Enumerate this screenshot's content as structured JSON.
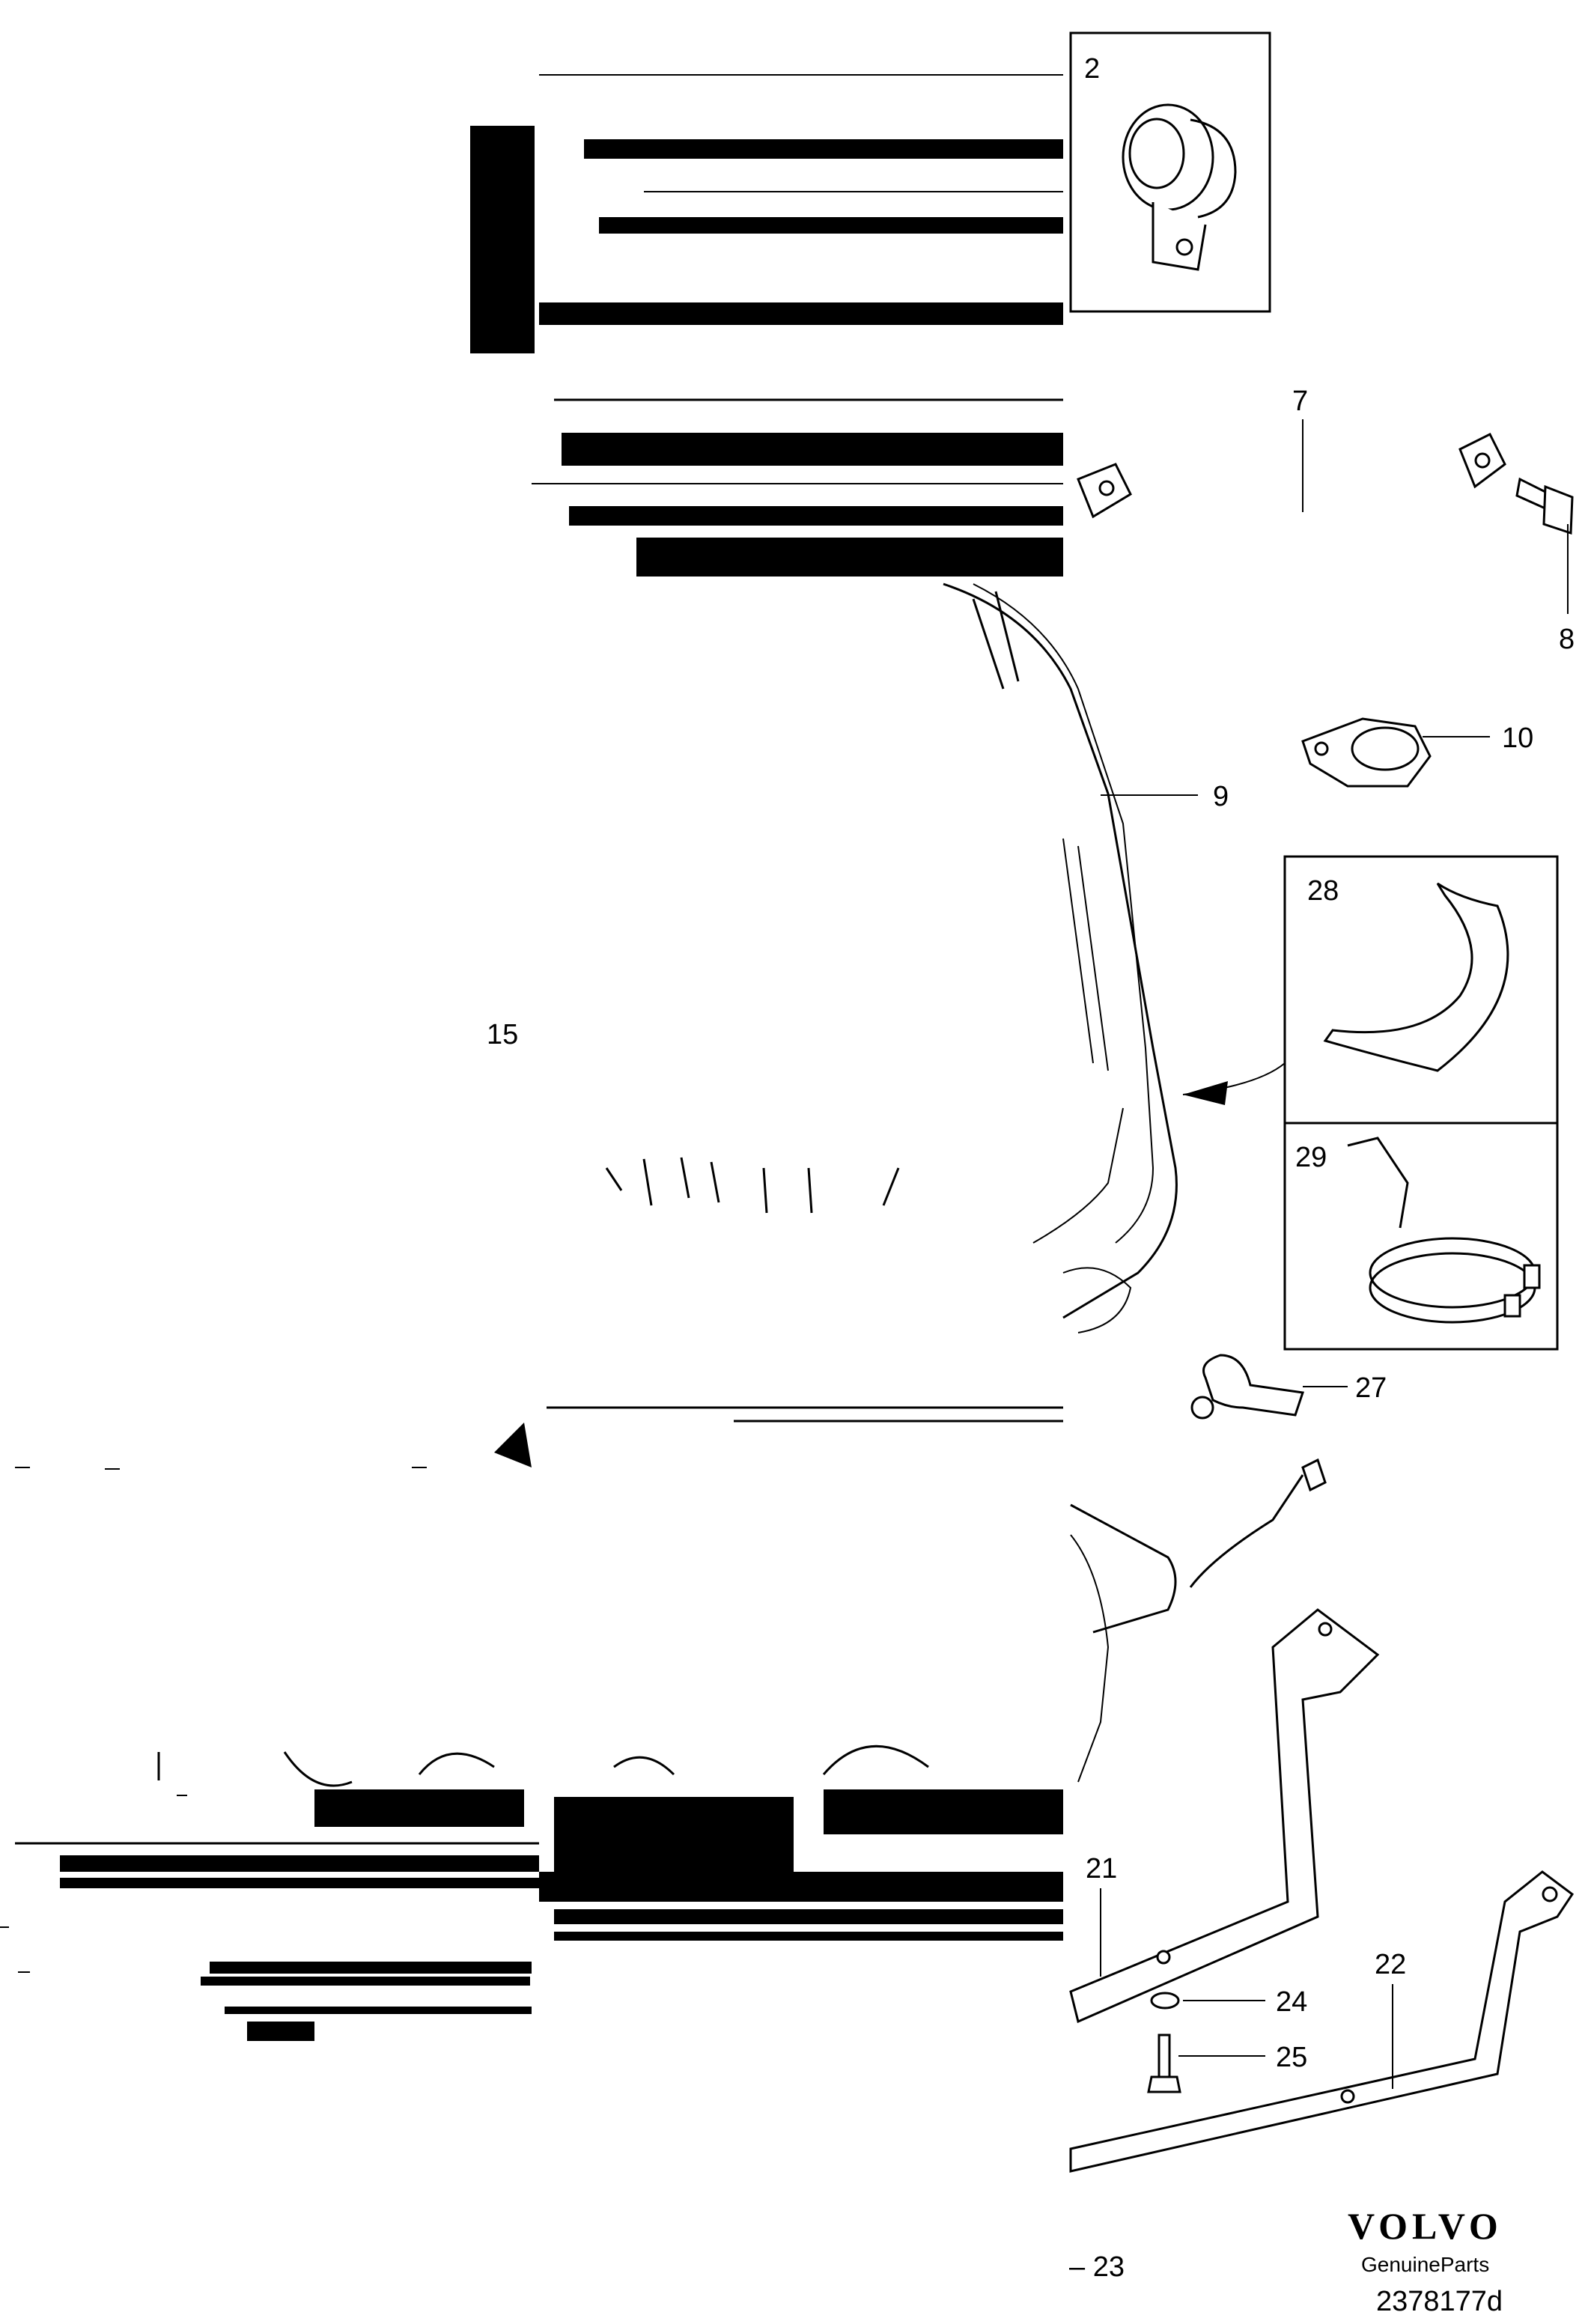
{
  "diagram": {
    "callouts": {
      "c2": "2",
      "c7": "7",
      "c8": "8",
      "c9": "9",
      "c10": "10",
      "c15": "15",
      "c21": "21",
      "c22": "22",
      "c23": "– 23",
      "c24": "24",
      "c25": "25",
      "c27": "27",
      "c28": "28",
      "c29": "29"
    },
    "brand": {
      "name": "VOLVO",
      "tagline": "GenuineParts",
      "drawing_code": "2378177d"
    }
  }
}
